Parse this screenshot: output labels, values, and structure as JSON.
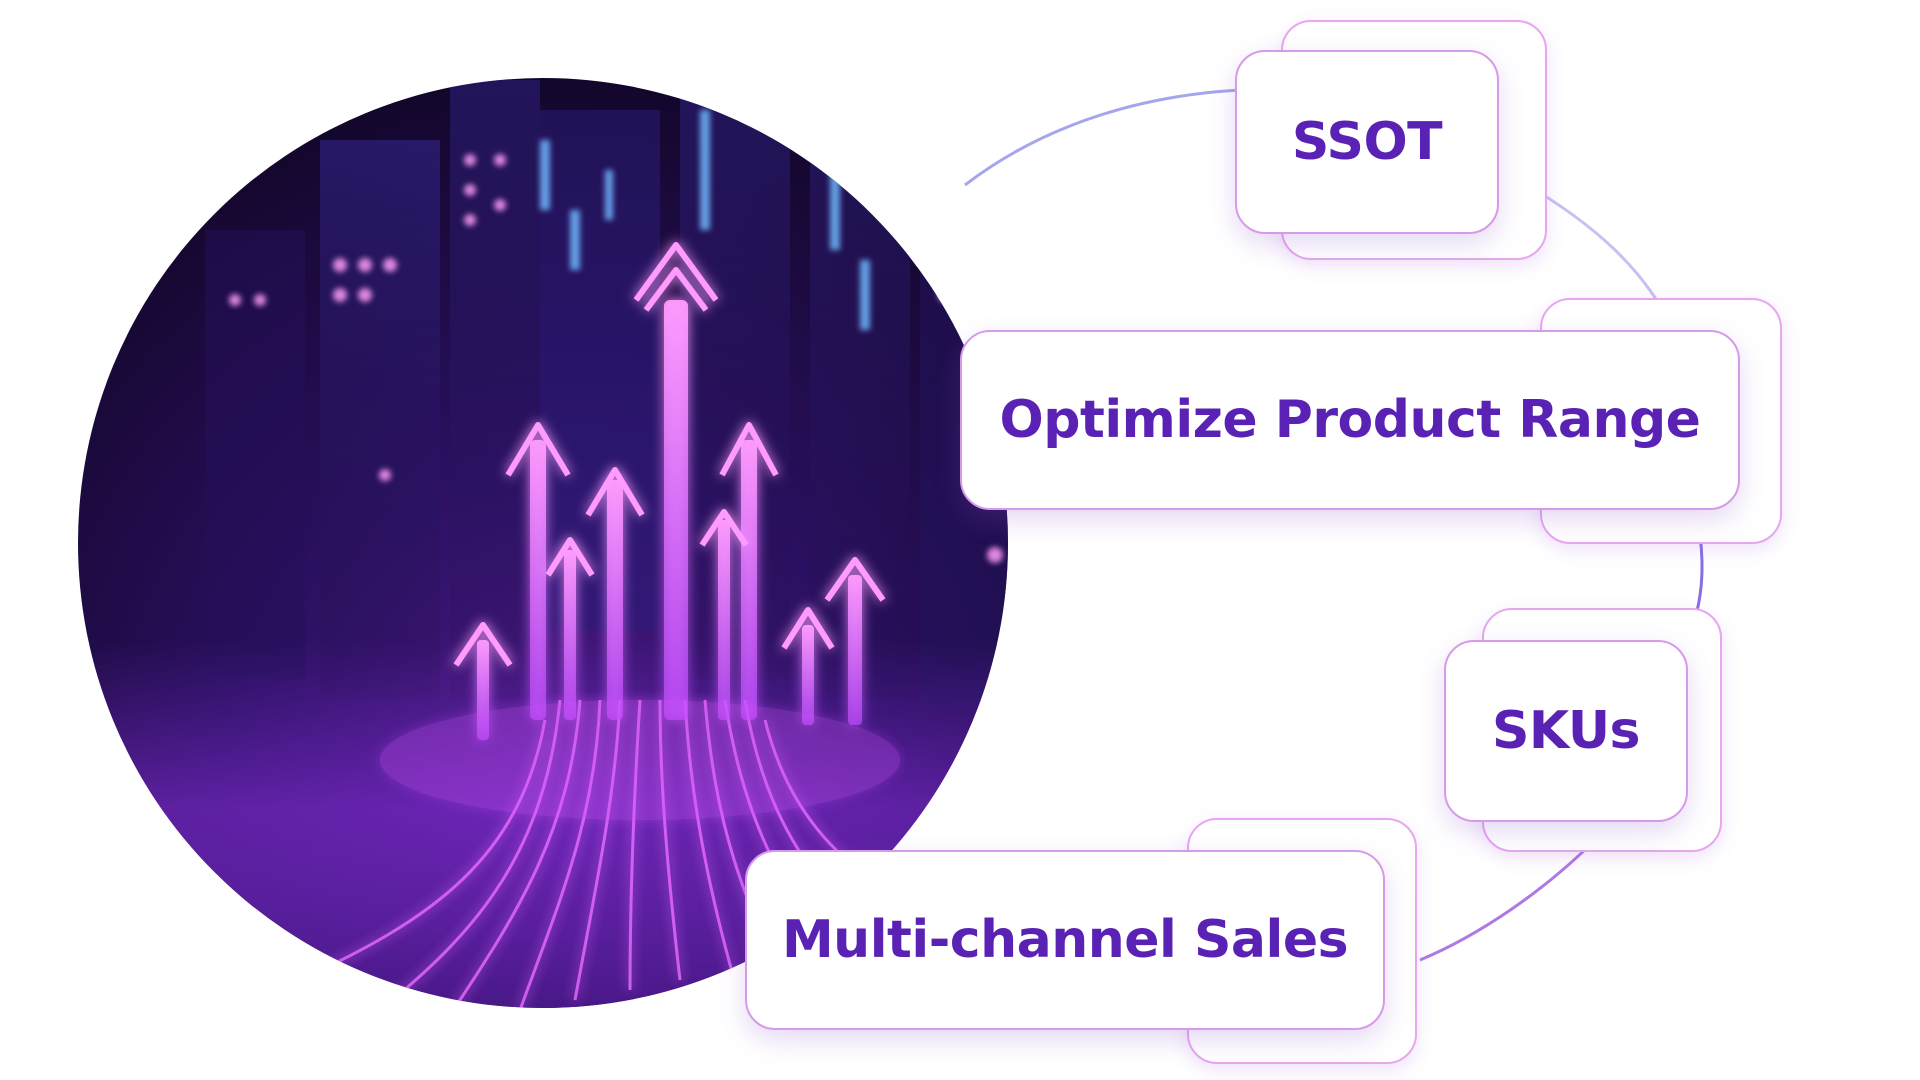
{
  "colors": {
    "card_text": "#5a22b4",
    "card_border": "#d79ae8",
    "ring_stroke": "#b9a6ee",
    "circle_dark": "#1a0b3a",
    "neon_pink": "#e36bff",
    "neon_blue": "#4c7dff"
  },
  "diagram": {
    "cards": [
      {
        "id": "ssot",
        "label": "SSOT"
      },
      {
        "id": "optimize",
        "label": "Optimize Product Range"
      },
      {
        "id": "skus",
        "label": "SKUs"
      },
      {
        "id": "multichannel",
        "label": "Multi-channel Sales"
      }
    ]
  }
}
